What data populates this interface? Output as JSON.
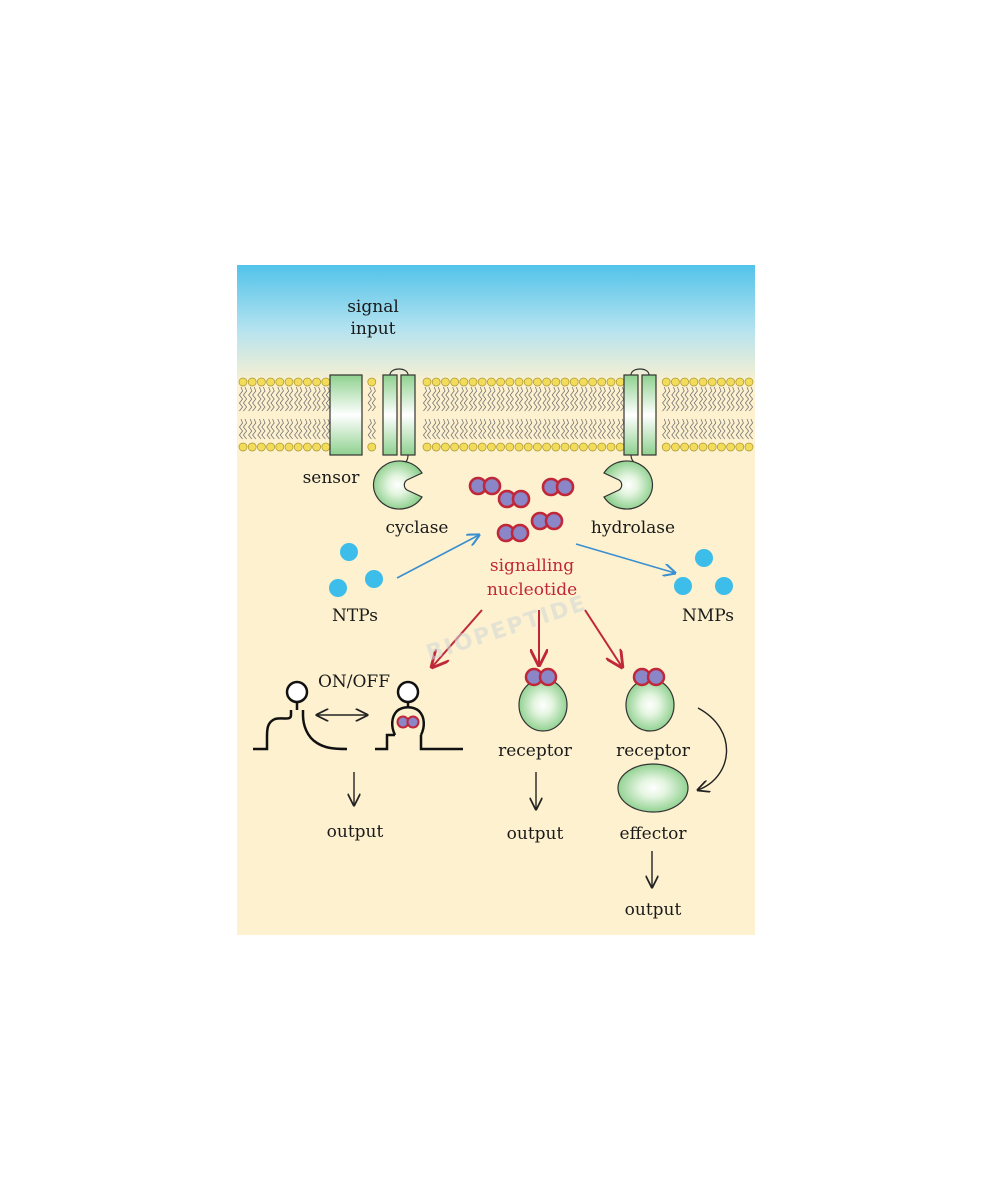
{
  "labels": {
    "signal_input_line1": "signal",
    "signal_input_line2": "input",
    "sensor": "sensor",
    "cyclase": "cyclase",
    "hydrolase": "hydrolase",
    "signalling_line1": "signalling",
    "signalling_line2": "nucleotide",
    "ntps": "NTPs",
    "nmps": "NMPs",
    "on_off": "ON/OFF",
    "receptor_1": "receptor",
    "receptor_2": "receptor",
    "effector": "effector",
    "output_1": "output",
    "output_2": "output",
    "output_3": "output"
  },
  "watermark": "BIOPEPTIDE",
  "colors": {
    "extracellular_top": "#52c3ea",
    "cytoplasm": "#fdf1cf",
    "lipid_head": "#f2dc5a",
    "protein_green": "#8fd18f",
    "nucleotide_outline": "#c0283a",
    "nucleotide_fill": "#8a86c8",
    "ntp_blue": "#3dbde9",
    "arrow_blue": "#3a8fd0",
    "arrow_red": "#c0283a",
    "label_red": "#c0283a"
  }
}
